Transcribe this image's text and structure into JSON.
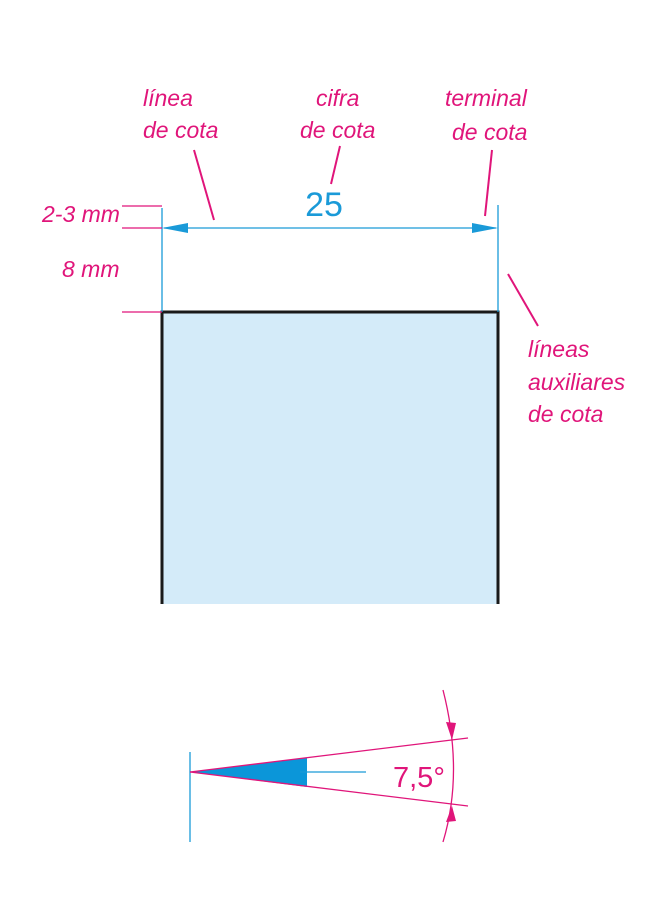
{
  "colors": {
    "annotation": "#e0157a",
    "dimension": "#1a9ad8",
    "outline": "#1a1a1a",
    "fill": "#d4ebf9"
  },
  "labels": {
    "linea_cota": [
      "línea",
      "de cota"
    ],
    "cifra_cota": [
      "cifra",
      "de cota"
    ],
    "terminal_cota": [
      "terminal",
      "de cota"
    ],
    "lineas_auxiliares": [
      "líneas",
      "auxiliares",
      "de cota"
    ],
    "gap_2_3": "2-3 mm",
    "gap_8": "8 mm"
  },
  "dimension_value": "25",
  "arrow_detail": {
    "angle_label": "7,5°"
  }
}
